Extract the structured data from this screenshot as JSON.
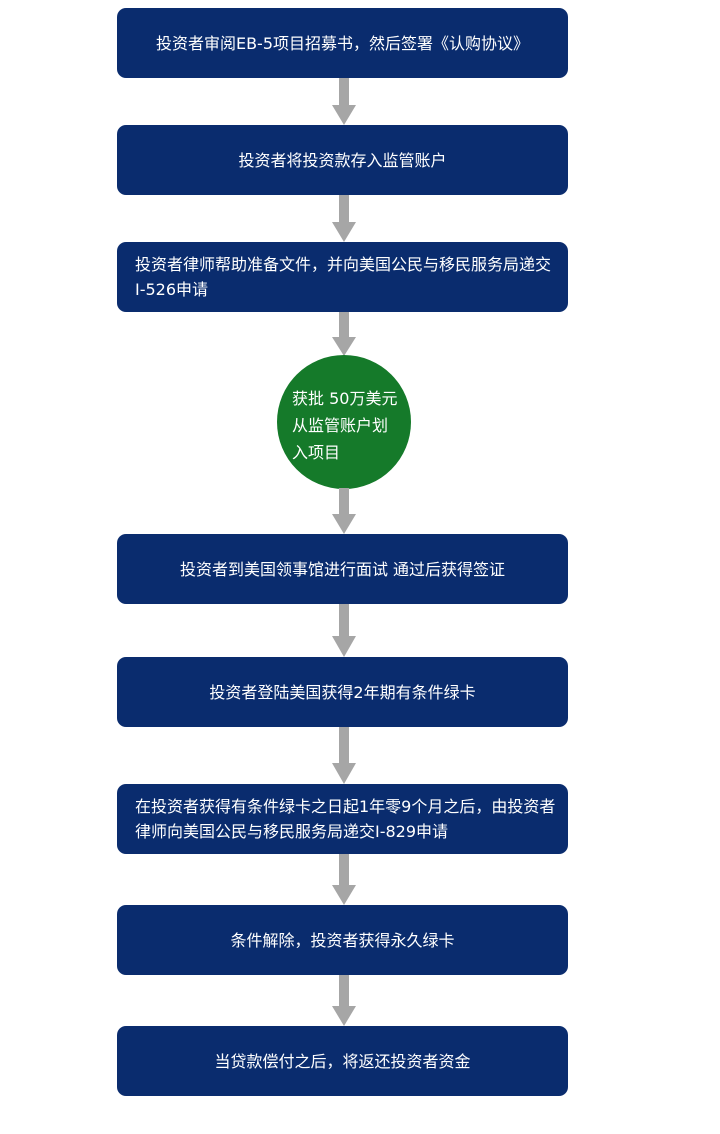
{
  "steps": [
    {
      "text": "投资者审阅EB-5项目招募书，然后签署《认购协议》"
    },
    {
      "text": "投资者将投资款存入监管账户"
    },
    {
      "text": "投资者律师帮助准备文件，并向美国公民与移民服务局递交I-526申请"
    },
    {
      "lines": [
        "获批 50万美元",
        "从监管账户划",
        "入项目"
      ]
    },
    {
      "text": "投资者到美国领事馆进行面试 通过后获得签证"
    },
    {
      "text": "投资者登陆美国获得2年期有条件绿卡"
    },
    {
      "text": "在投资者获得有条件绿卡之日起1年零9个月之后，由投资者律师向美国公民与移民服务局递交I-829申请"
    },
    {
      "text": "条件解除，投资者获得永久绿卡"
    },
    {
      "text": "当贷款偿付之后，将返还投资者资金"
    }
  ],
  "colors": {
    "box": "#0a2c6e",
    "approval_circle": "#157a2a",
    "arrow": "#a6a6a6",
    "text": "#ffffff"
  },
  "icons": {
    "connector": "down-arrow-icon"
  }
}
